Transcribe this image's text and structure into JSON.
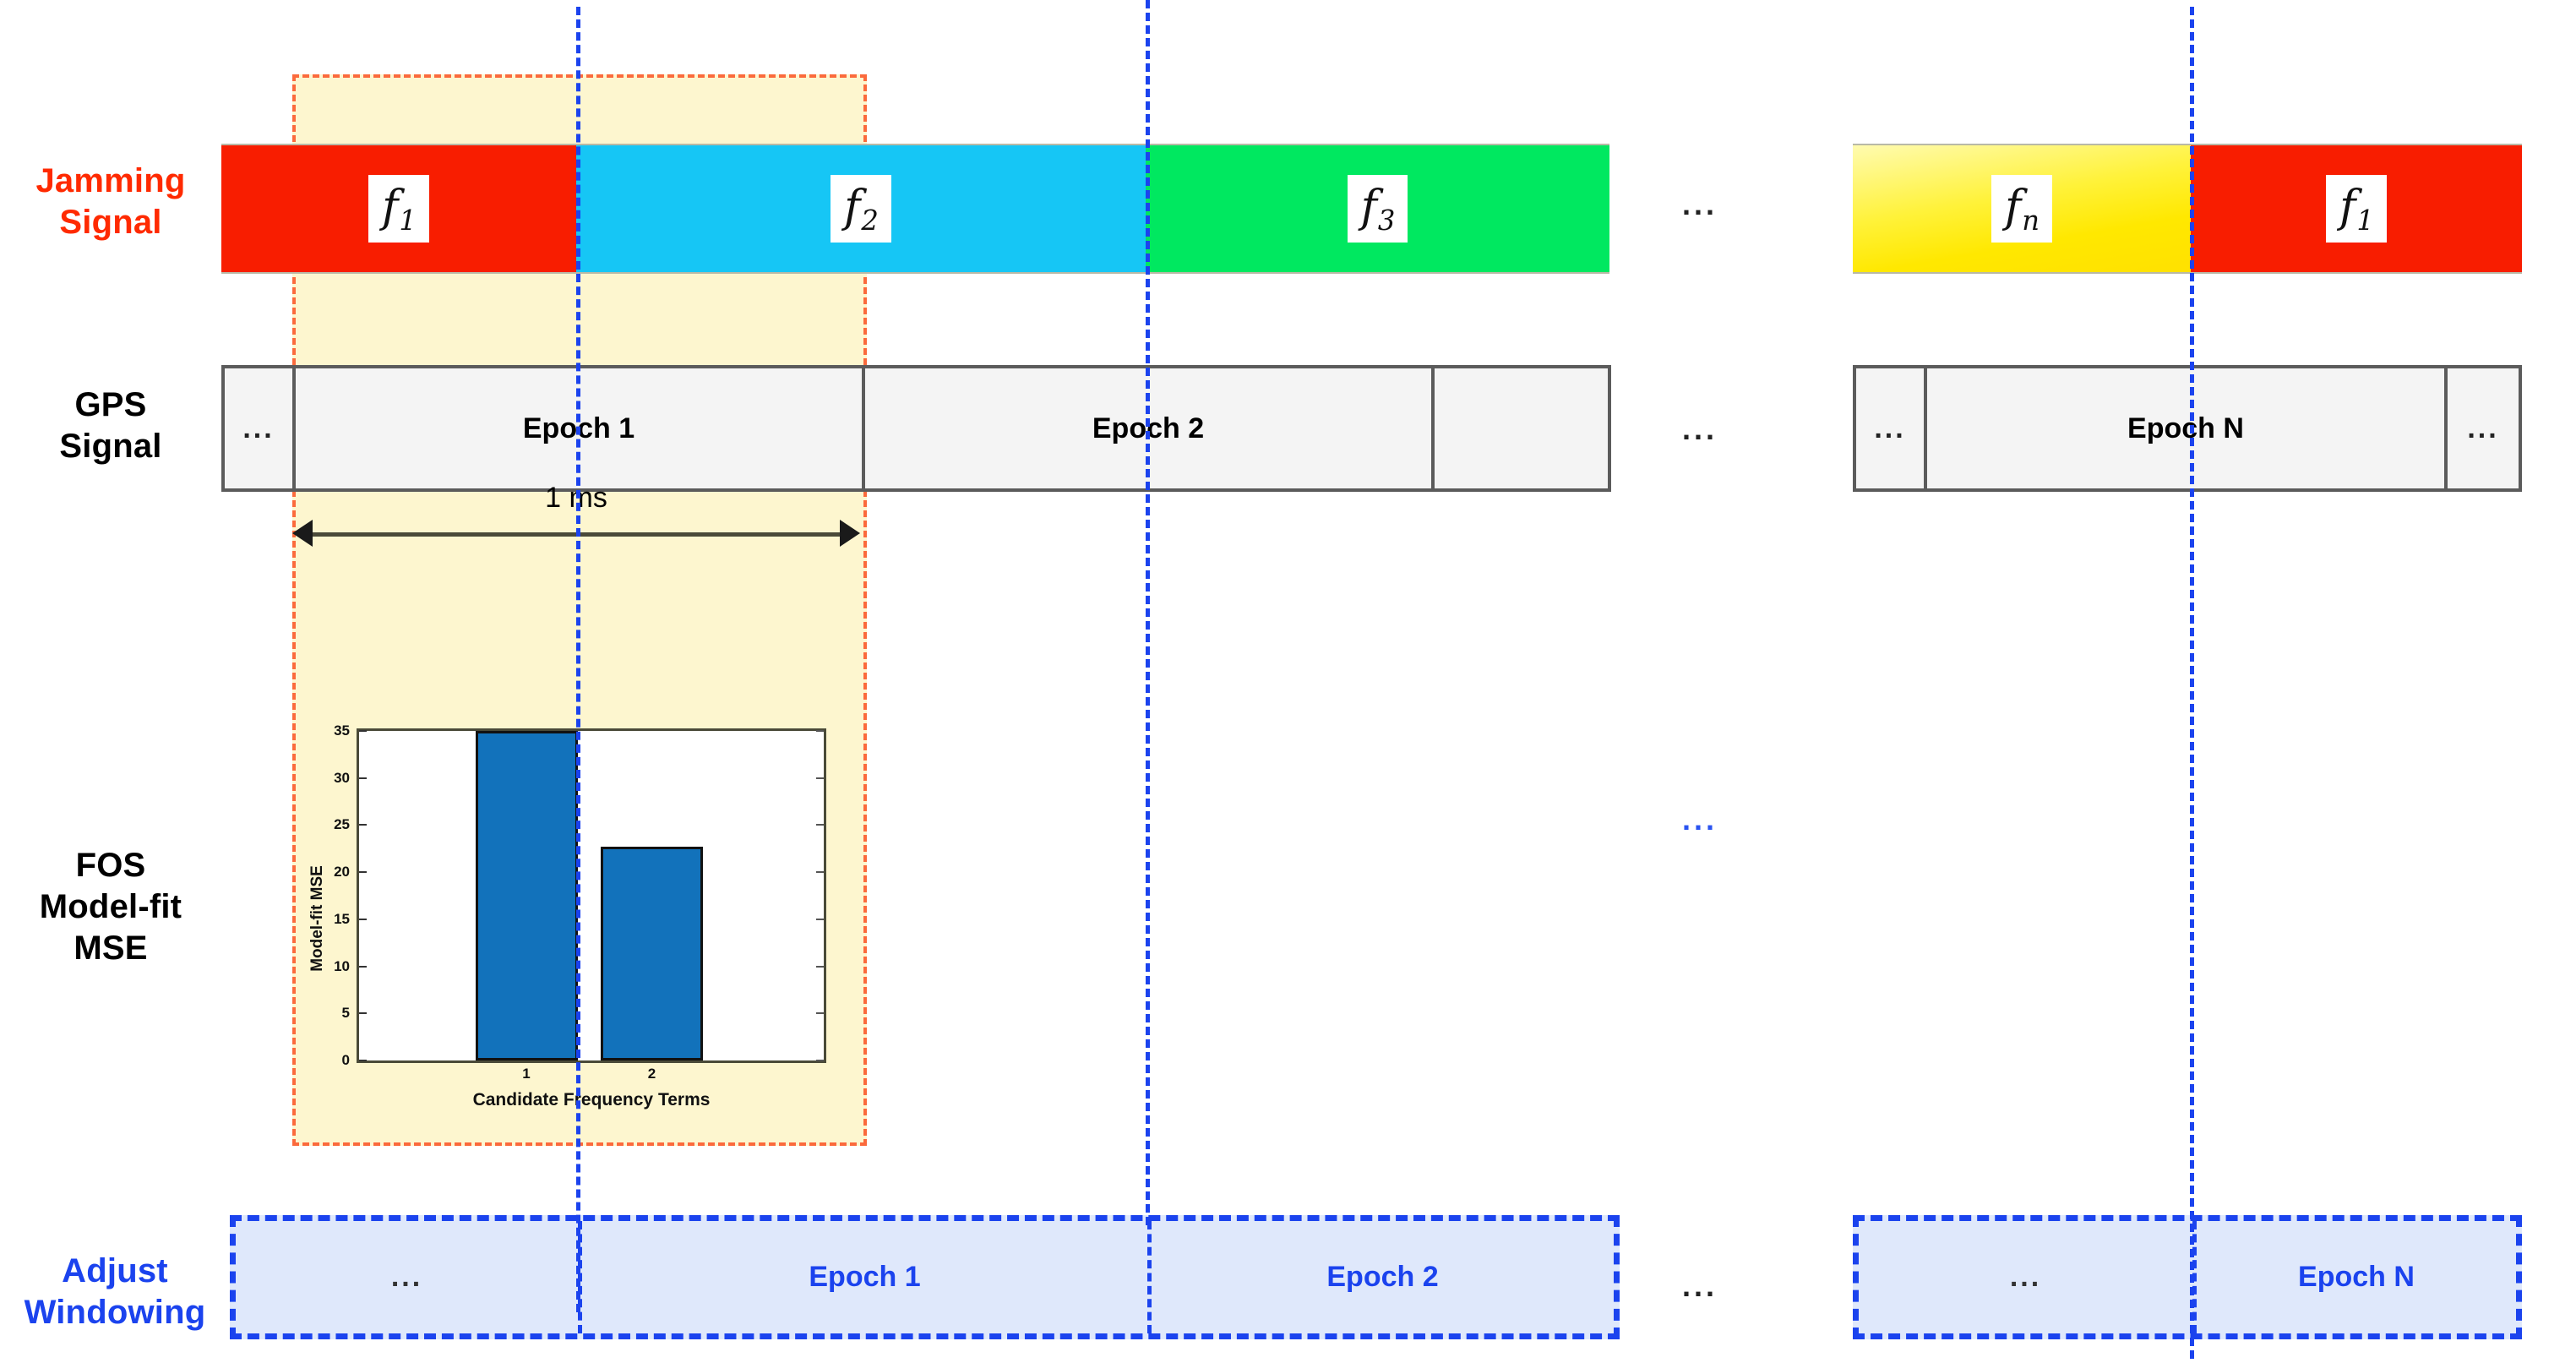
{
  "rows": {
    "jamming": {
      "label": "Jamming\nSignal",
      "color": "#ff2a00"
    },
    "gps": {
      "label": "GPS\nSignal",
      "color": "#000000"
    },
    "fos": {
      "label": "FOS\nModel-fit\nMSE",
      "color": "#000000"
    },
    "adjust": {
      "label": "Adjust\nWindowing",
      "color": "#1b43ee"
    }
  },
  "jamming_blocks": [
    {
      "id": "f1-left",
      "freq": "f",
      "sub": "1",
      "color": "#f81d00",
      "gradient": false
    },
    {
      "id": "f2",
      "freq": "f",
      "sub": "2",
      "color": "#16c6f5",
      "gradient": false
    },
    {
      "id": "f3",
      "freq": "f",
      "sub": "3",
      "color": "#00e860",
      "gradient": false
    },
    {
      "id": "fn",
      "freq": "f",
      "sub": "n",
      "color": "#ffe800",
      "gradient": true
    },
    {
      "id": "f1-right",
      "freq": "f",
      "sub": "1",
      "color": "#f81d00",
      "gradient": false
    }
  ],
  "gps_cells_left": [
    "...",
    "Epoch 1",
    "Epoch 2",
    ""
  ],
  "gps_cells_right": [
    "...",
    "Epoch N",
    "..."
  ],
  "measure": {
    "label": "1 ms"
  },
  "adjust_cells_left": [
    "...",
    "Epoch 1",
    "Epoch 2"
  ],
  "adjust_cells_right": [
    "...",
    "Epoch N"
  ],
  "ellipses": {
    "jamming_mid": "...",
    "gps_mid": "...",
    "fos_mid": "...",
    "adjust_mid": "..."
  },
  "chart_data": {
    "type": "bar",
    "title": "",
    "xlabel": "Candidate Frequency Terms",
    "ylabel": "Model-fit MSE",
    "categories": [
      "1",
      "2"
    ],
    "values": [
      35,
      22.7
    ],
    "yticks": [
      0,
      5,
      10,
      15,
      20,
      25,
      30,
      35
    ],
    "ylim": [
      0,
      35
    ],
    "grid": false,
    "legend": null,
    "bar_color": "#1272bb"
  },
  "colors": {
    "highlight_fill": "#fdf6cf",
    "highlight_border": "#fb6a3c",
    "epoch_line": "#1b43ee",
    "gps_fill": "#f4f4f4",
    "gps_border": "#5b5b5b",
    "adjust_fill": "#dfe8fb",
    "adjust_border": "#1b43ee"
  }
}
